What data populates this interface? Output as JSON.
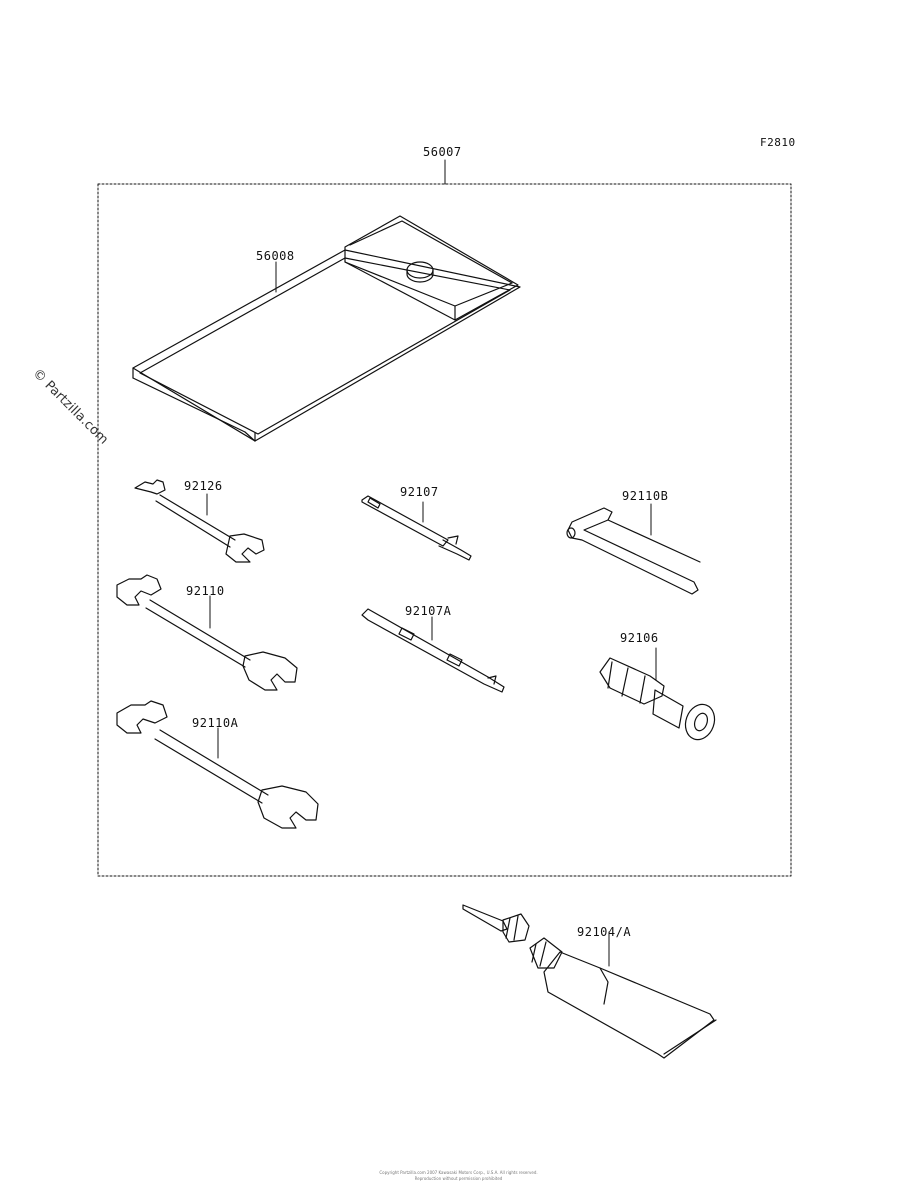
{
  "figure_code": "F2810",
  "kit_label": "56007",
  "watermark": "© Partzilla.com",
  "parts": {
    "pouch": "56008",
    "wrench_small": "92126",
    "wrench_mid": "92110",
    "wrench_large": "92110A",
    "screwdriver": "92107",
    "screwdriver_double": "92107A",
    "hex_key": "92110B",
    "handle": "92106",
    "grease_tube": "92104/A"
  },
  "footer": {
    "line1": "Copyright Partzilla.com 2007 Kawasaki Motors Corp., U.S.A. All rights reserved.",
    "line2": "Reproduction without permission prohibited"
  }
}
